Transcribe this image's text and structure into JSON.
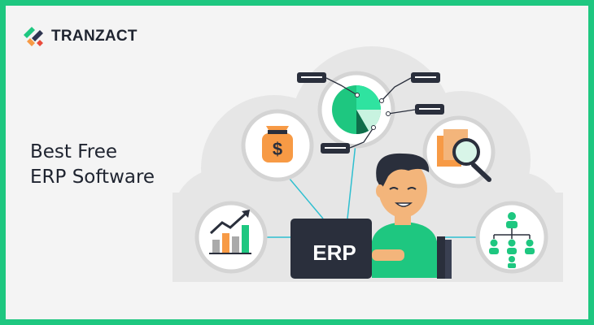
{
  "brand": {
    "name": "TRANZACT",
    "colors": {
      "accent": "#1ec780",
      "dark": "#1f2430",
      "orange": "#f79a45"
    }
  },
  "headline": {
    "line1": "Best Free",
    "line2": "ERP Software"
  },
  "laptop": {
    "label": "ERP"
  },
  "icons": {
    "money": "money-bag-icon",
    "chart": "pie-chart-icon",
    "search": "magnifier-documents-icon",
    "growth": "growth-bar-chart-icon",
    "org": "org-hierarchy-icon"
  }
}
